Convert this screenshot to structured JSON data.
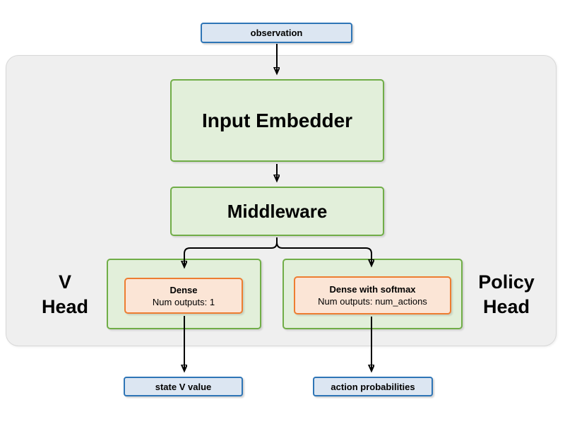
{
  "nodes": {
    "observation": {
      "label": "observation"
    },
    "input_embedder": {
      "label": "Input Embedder"
    },
    "middleware": {
      "label": "Middleware"
    },
    "v_head": {
      "line1": "V",
      "line2": "Head"
    },
    "policy_head": {
      "line1": "Policy",
      "line2": "Head"
    },
    "dense": {
      "title": "Dense",
      "subtitle": "Num outputs: 1"
    },
    "dense_with_softmax": {
      "title": "Dense with softmax",
      "subtitle": "Num outputs: num_actions"
    },
    "state_v_value": {
      "label": "state V value"
    },
    "action_probabilities": {
      "label": "action probabilities"
    }
  },
  "colors": {
    "blue_fill": "#dce6f2",
    "blue_border": "#2e75b6",
    "green_fill": "#e2efda",
    "green_border": "#70ad47",
    "orange_fill": "#fbe5d6",
    "orange_border": "#ed7d31",
    "container_fill": "#efefef",
    "container_border": "#d8d8d8",
    "arrow": "#000000",
    "text": "#000000"
  }
}
